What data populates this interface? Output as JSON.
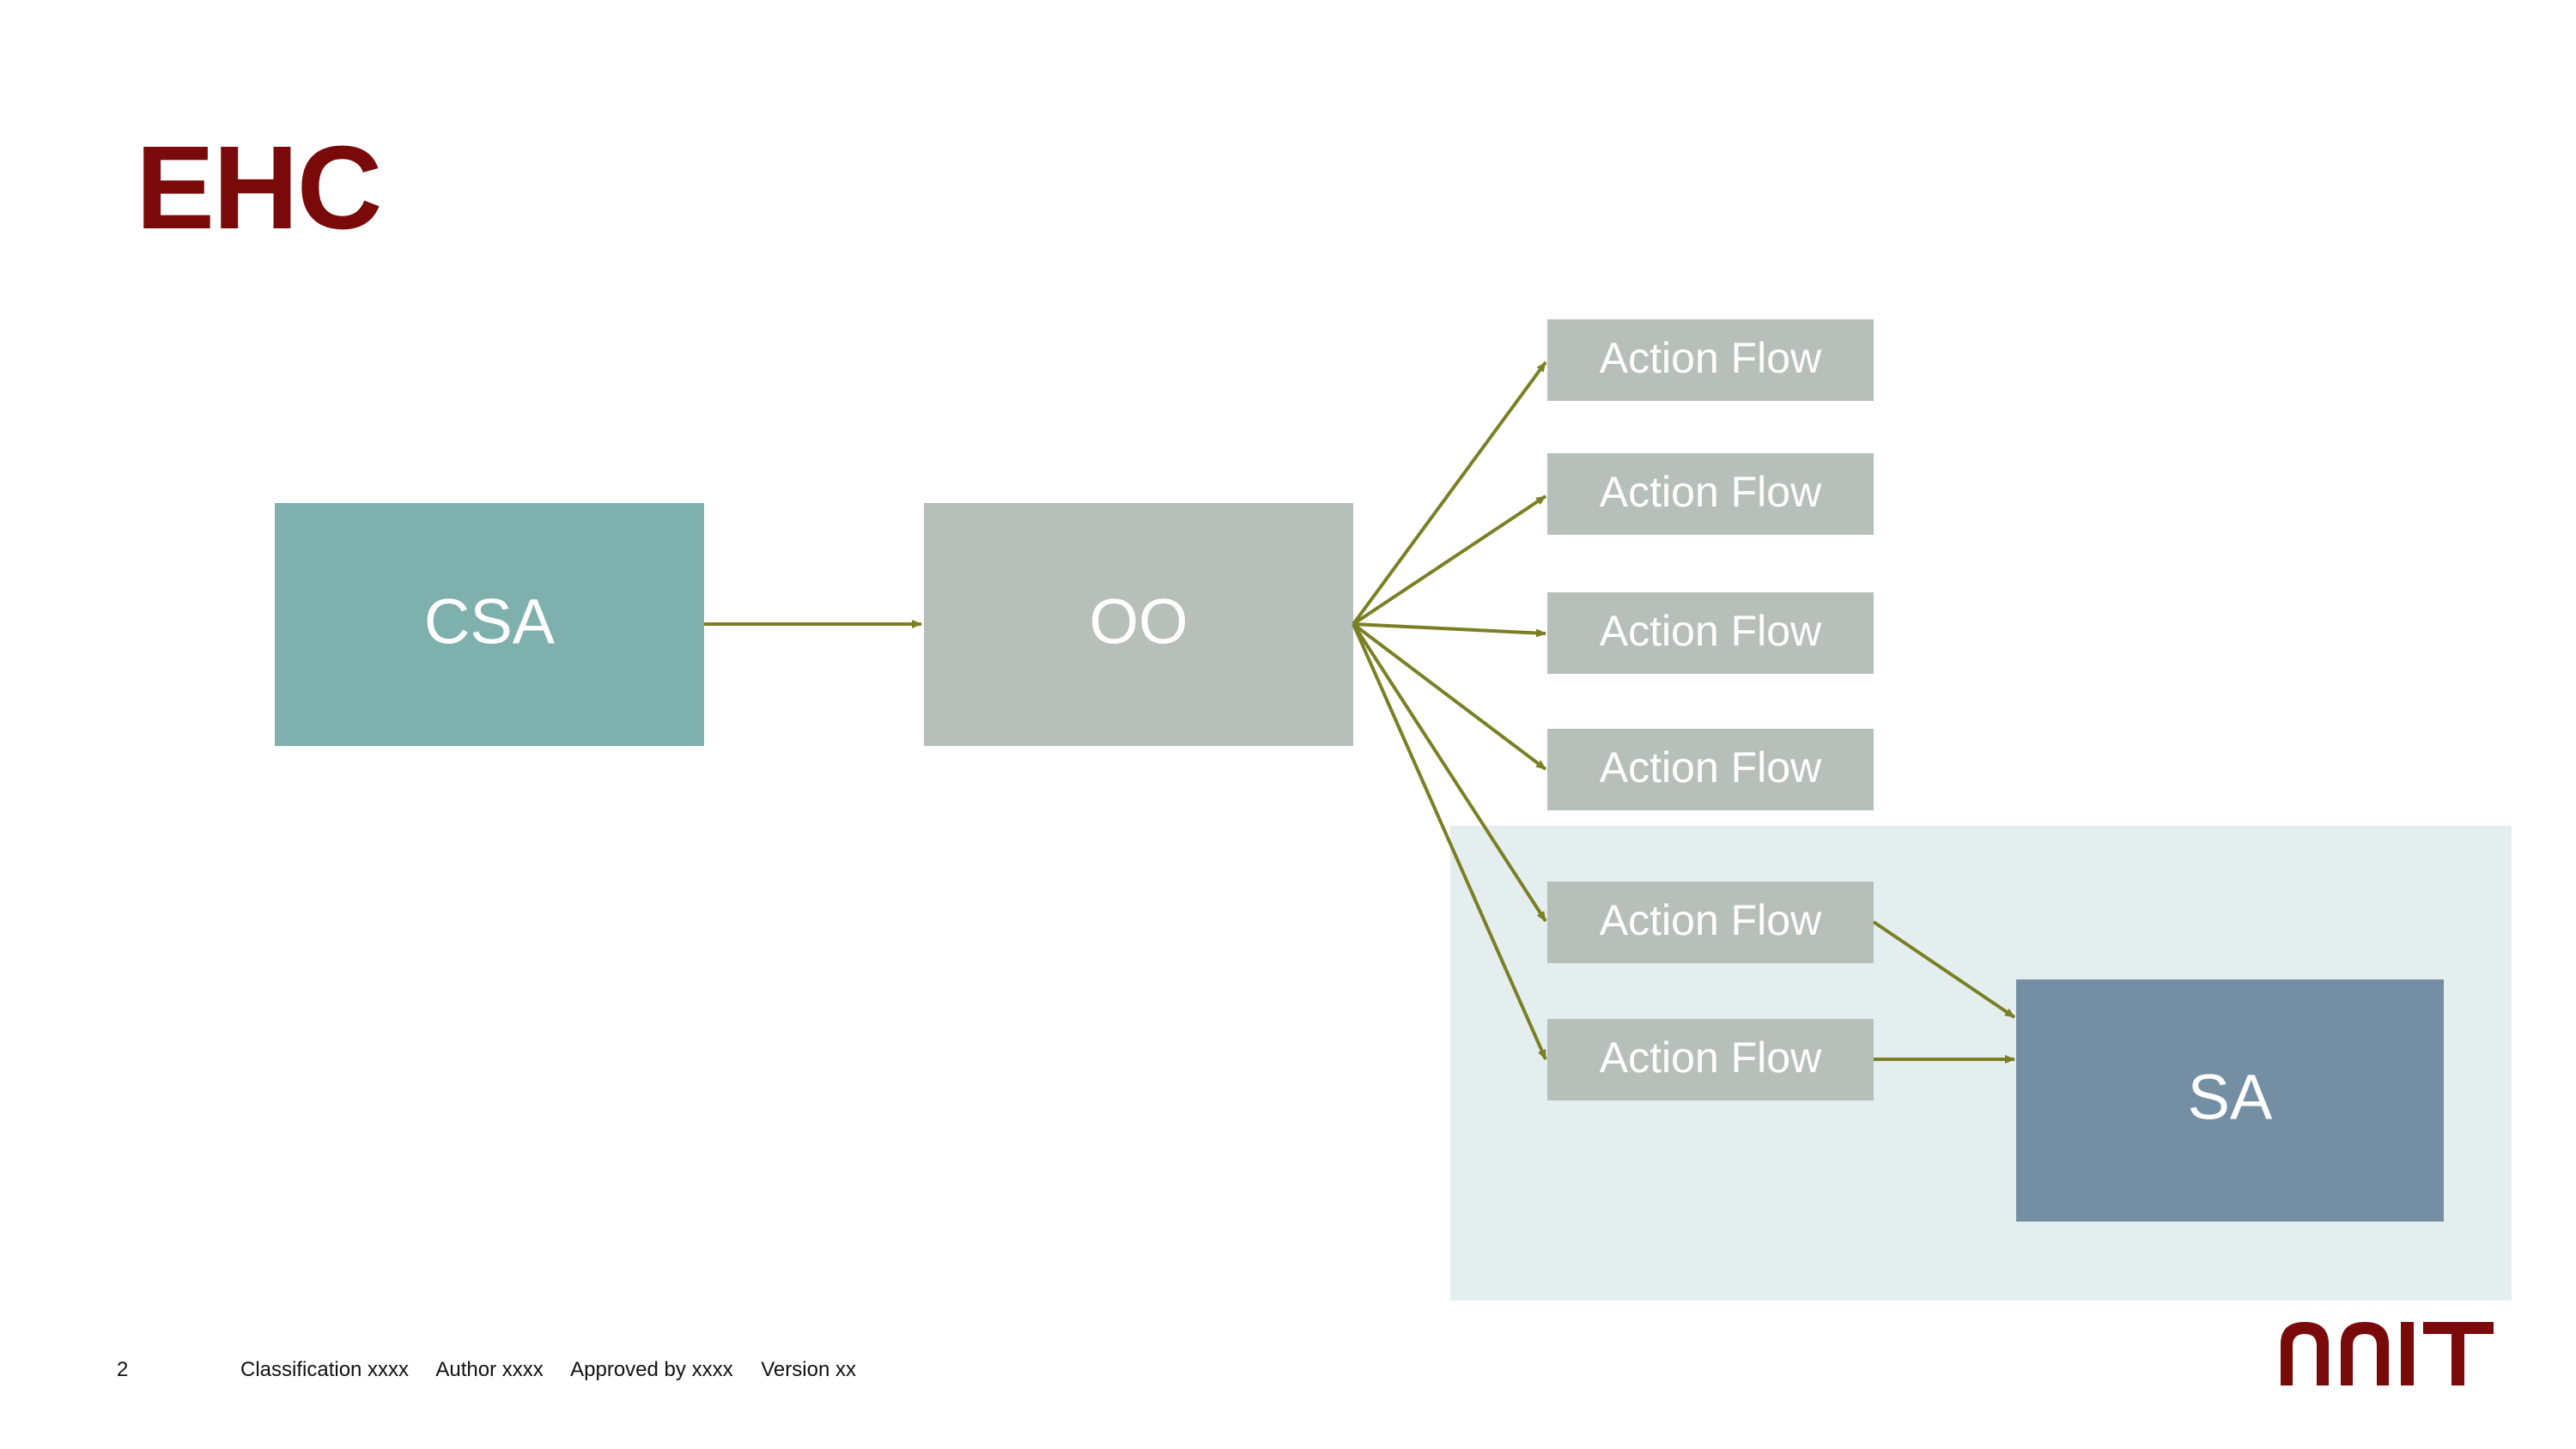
{
  "slide": {
    "title": "EHC",
    "page_number": "2"
  },
  "diagram": {
    "nodes": {
      "csa": "CSA",
      "oo": "OO",
      "sa": "SA",
      "action_flows": [
        "Action Flow",
        "Action Flow",
        "Action Flow",
        "Action Flow",
        "Action Flow",
        "Action Flow"
      ]
    },
    "colors": {
      "csa": "#7eb0ae",
      "oo": "#b7bfba",
      "action_flow": "#b7bfba",
      "sa": "#748ea4",
      "group_background": "#e5eeee",
      "arrow": "#7a7f24"
    },
    "edges": [
      [
        "CSA",
        "OO"
      ],
      [
        "OO",
        "Action Flow 1"
      ],
      [
        "OO",
        "Action Flow 2"
      ],
      [
        "OO",
        "Action Flow 3"
      ],
      [
        "OO",
        "Action Flow 4"
      ],
      [
        "OO",
        "Action Flow 5"
      ],
      [
        "OO",
        "Action Flow 6"
      ],
      [
        "Action Flow 5",
        "SA"
      ],
      [
        "Action Flow 6",
        "SA"
      ]
    ]
  },
  "footer": {
    "classification": "Classification xxxx",
    "author": "Author xxxx",
    "approved_by": "Approved by xxxx",
    "version": "Version xx"
  },
  "logo": {
    "text": "NNIT",
    "color": "#7a0a0a"
  }
}
